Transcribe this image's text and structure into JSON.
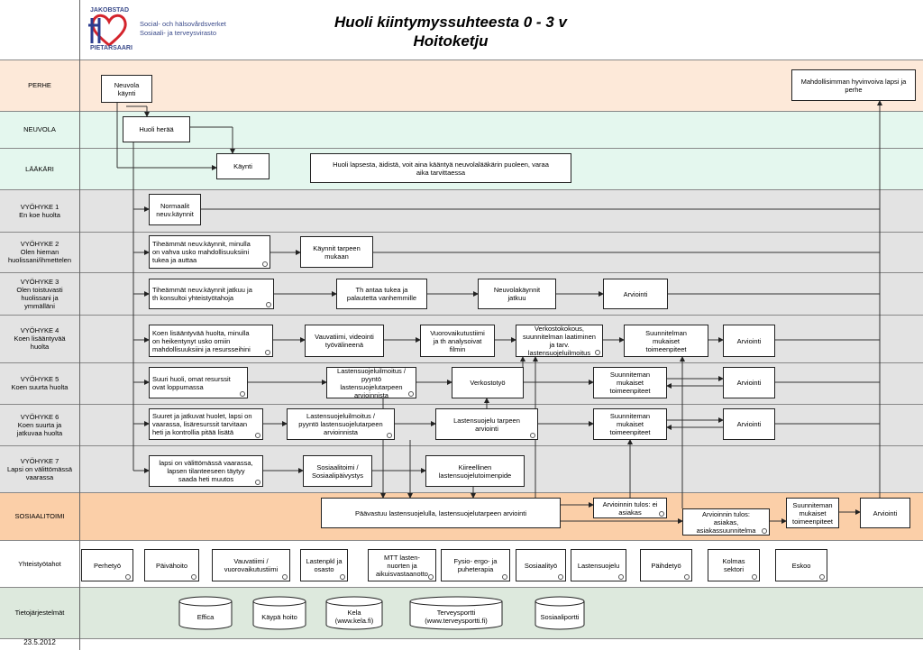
{
  "header": {
    "title_line1": "Huoli kiintymyssuhteesta 0 - 3 v",
    "title_line2": "Hoitoketju",
    "logo_top": "JAKOBSTAD",
    "logo_bottom": "PIETARSAARI",
    "org_sv": "Social- och hälsovårdsverket",
    "org_fi": "Sosiaali- ja terveysvirasto"
  },
  "lanes": [
    "PERHE",
    "NEUVOLA",
    "LÄÄKÄRI",
    "VYÖHYKE 1\nEn koe huolta",
    "VYÖHYKE 2\nOlen hieman\nhuolissani/ihmettelen",
    "VYÖHYKE 3\nOlen toistuvasti\nhuolissani ja\nymmälläni",
    "VYÖHYKE 4\nKoen lisääntyvää\nhuolta",
    "VYÖHYKE  5\nKoen suurta huolta",
    "VYÖHYKE 6\nKoen suurta ja\njatkuvaa huolta",
    "VYÖHYKE  7\nLapsi on välittömässä\nvaarassa",
    "SOSIAALITOIMI",
    "Yhteistyötahot",
    "Tietojärjestelmät"
  ],
  "colors": {
    "perhe": "#fde9d9",
    "neuvola": "#e4f7ee",
    "gray": "#e3e3e3",
    "sosiaali": "#fbcfa8",
    "white": "#ffffff",
    "tieto": "#dde9dd"
  },
  "boxes": {
    "neuvola_kaynti": "Neuvola\nkäynti",
    "mahdollisimman": "Mahdollisimman hyvinvoiva lapsi ja\nperhe",
    "huoli_heraa": "Huoli herää",
    "kaynti": "Käynti",
    "huoli_lapsesta": "Huoli lapsesta, äidistä, voit aina kääntyä neuvolalääkärin puoleen, varaa\naika tarvittaessa",
    "normaalit": "Normaalit\nneuv.käynnit",
    "v2_tiheammat": "Tiheämmät neuv.käynnit, minulla\non vahva usko mahdollisuuksiini\ntukea ja auttaa",
    "v2_kaynnit": "Käynnit tarpeen\nmukaan",
    "v3_tiheammat": "Tiheämmät neuv.käynnit jatkuu ja\nth konsultoi yhteistyötahoja",
    "v3_th": "Th antaa tukea ja\npalautetta vanhemmille",
    "v3_neuvola": "Neuvolakäynnit\njatkuu",
    "v3_arviointi": "Arviointi",
    "v4_koen": "Koen lisääntyvää huolta, minulla\non heikentynyt usko omiin\nmahdollisuuksiini ja resursseihini",
    "v4_vauva": "Vauvatiimi, videointi\ntyövälineenä",
    "v4_vuoro": "Vuorovaikutustiimi\nja th analysoivat\nfilmin",
    "v4_verkosto": "Verkostokokous,\nsuunnitelman laatiminen\nja tarv.\nlastensuojeluilmoitus",
    "v4_suunn": "Suunnitelman\nmukaiset\ntoimeenpiteet",
    "v4_arviointi": "Arviointi",
    "v5_suuri": "Suuri huoli, omat resurssit\novat loppumassa",
    "v5_ls": "Lastensuojeluilmoitus /\npyyntö\nlastensuojelutarpeen\narvioinnista",
    "v5_verkosto": "Verkostotyö",
    "v5_suunn": "Suunniteman\nmukaiset\ntoimeenpiteet",
    "v5_arviointi": "Arviointi",
    "v6_suuret": "Suuret ja jatkuvat huolet, lapsi on\nvaarassa, lisäresurssit tarvitaan\nheti ja kontrollia pitää lisätä",
    "v6_ls": "Lastensuojeluilmoitus /\npyyntö lastensuojelutarpeen\narvioinnista",
    "v6_lstarve": "Lastensuojelu tarpeen\narviointi",
    "v6_suunn": "Suunniteman\nmukaiset\ntoimeenpiteet",
    "v6_arviointi": "Arviointi",
    "v7_lapsi": "lapsi on välittömässä vaarassa,\nlapsen tilanteeseen täytyy\nsaada heti muutos",
    "v7_sos": "Sosiaalitoimi /\nSosiaalipäivystys",
    "v7_kiir": "Kiireellinen\nlastensuojelutoimenpide",
    "s_paavastuu": "Päävastuu lastensuojelulla, lastensuojelutarpeen arviointi",
    "s_tulos_ei": "Arvioinnin tulos: ei\nasiakas",
    "s_tulos_as": "Arvioinnin tulos:\nasiakas,\nasiakassuunnitelma",
    "s_suunn": "Suunniteman\nmukaiset\ntoimeenpiteet",
    "s_arviointi": "Arviointi",
    "y_perhe": "Perhetyö",
    "y_paiva": "Päivähoito",
    "y_vauva": "Vauvatiimi /\nvuorovaikutustiimi",
    "y_lasten": "Lastenpkl ja\nosasto",
    "y_mtt": "MTT lasten-\nnuorten ja\naikuisvastaanotto",
    "y_fysio": "Fysio- ergo- ja\npuheterapia",
    "y_sostyo": "Sosiaalityö",
    "y_lastsuo": "Lastensuojelu",
    "y_paihde": "Päihdetyö",
    "y_kolmas": "Kolmas\nsektori",
    "y_eskoo": "Eskoo",
    "t_effica": "Effica",
    "t_kayppa": "Käypä hoito",
    "t_kela": "Kela\n(www.kela.fi)",
    "t_terveys": "Terveysportti\n(www.terveysportti.fi)",
    "t_sosiaali": "Sosiaaliportti"
  },
  "footer_date": "23.5.2012"
}
